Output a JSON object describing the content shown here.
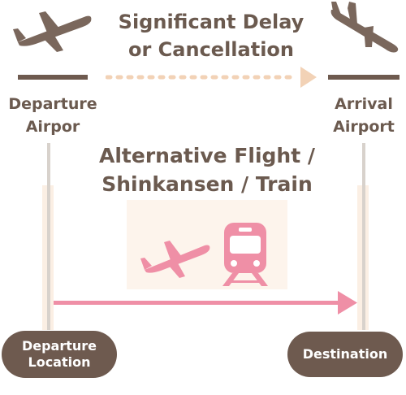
{
  "header": {
    "title_line1": "Significant Delay",
    "title_line2": "or Cancellation"
  },
  "departure_airport": {
    "line1": "Departure",
    "line2": "Airpor"
  },
  "arrival_airport": {
    "line1": "Arrival",
    "line2": "Airport"
  },
  "alternative": {
    "line1": "Alternative Flight /",
    "line2": "Shinkansen / Train"
  },
  "departure_location": {
    "line1": "Departure",
    "line2": "Location"
  },
  "destination": {
    "label": "Destination"
  },
  "icons": [
    "takeoff-plane-icon",
    "landing-plane-icon",
    "plane-icon",
    "train-icon"
  ],
  "colors": {
    "brown": "#6e5a4f",
    "pink": "#ef8fa6",
    "dotted": "#f2d2b6",
    "panel": "#fdf4ec"
  }
}
